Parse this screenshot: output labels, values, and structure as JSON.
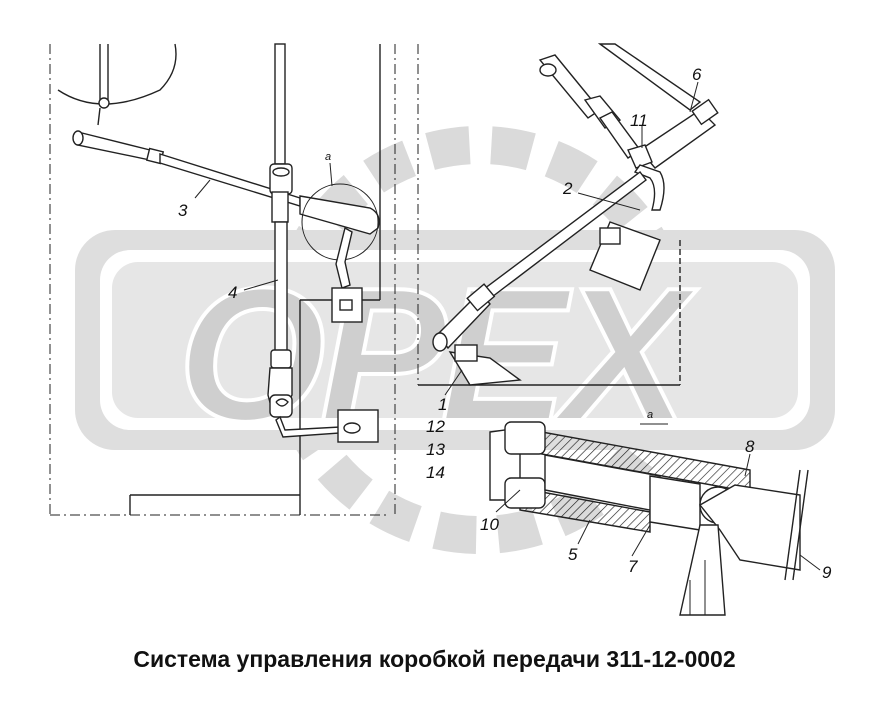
{
  "caption": "Система управления коробкой передачи 311-12-0002",
  "watermark": {
    "text": "OPEX",
    "color": "#d4d4d4"
  },
  "callouts": {
    "n1": "1",
    "n2": "2",
    "n3": "3",
    "n4": "4",
    "n5": "5",
    "n6": "6",
    "n7": "7",
    "n8": "8",
    "n9": "9",
    "n10": "10",
    "n11": "11",
    "n12": "12",
    "n13": "13",
    "n14": "14",
    "detail_a1": "а",
    "detail_a2": "а"
  }
}
